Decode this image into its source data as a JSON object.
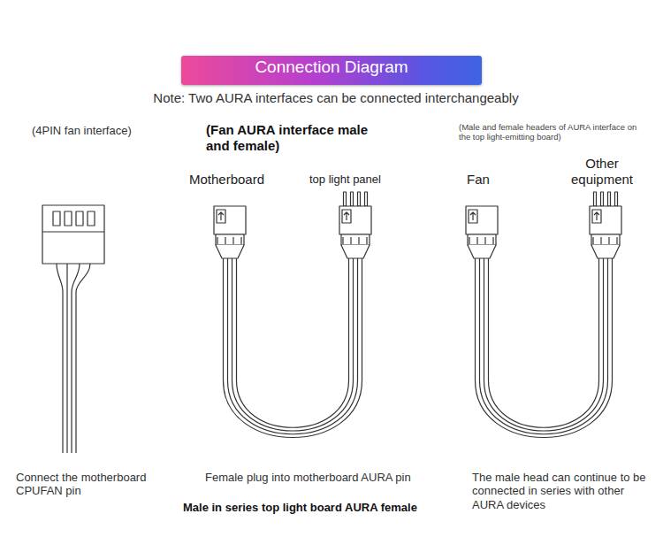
{
  "diagram": {
    "title": "Connection Diagram",
    "labels": [
      "Note: Two AURA interfaces can be connected interchangeably",
      "(4PIN fan interface)",
      "(Fan AURA interface male and female)",
      "(Male and female headers of AURA interface on the top light-emitting board)",
      "Motherboard",
      "top light panel",
      "Fan",
      "Other equipment",
      "Connect the motherboard CPUFAN pin",
      "Female plug into motherboard AURA pin",
      "Male in series top light board AURA female",
      "The male head can continue to be connected in series with other AURA devices"
    ]
  }
}
